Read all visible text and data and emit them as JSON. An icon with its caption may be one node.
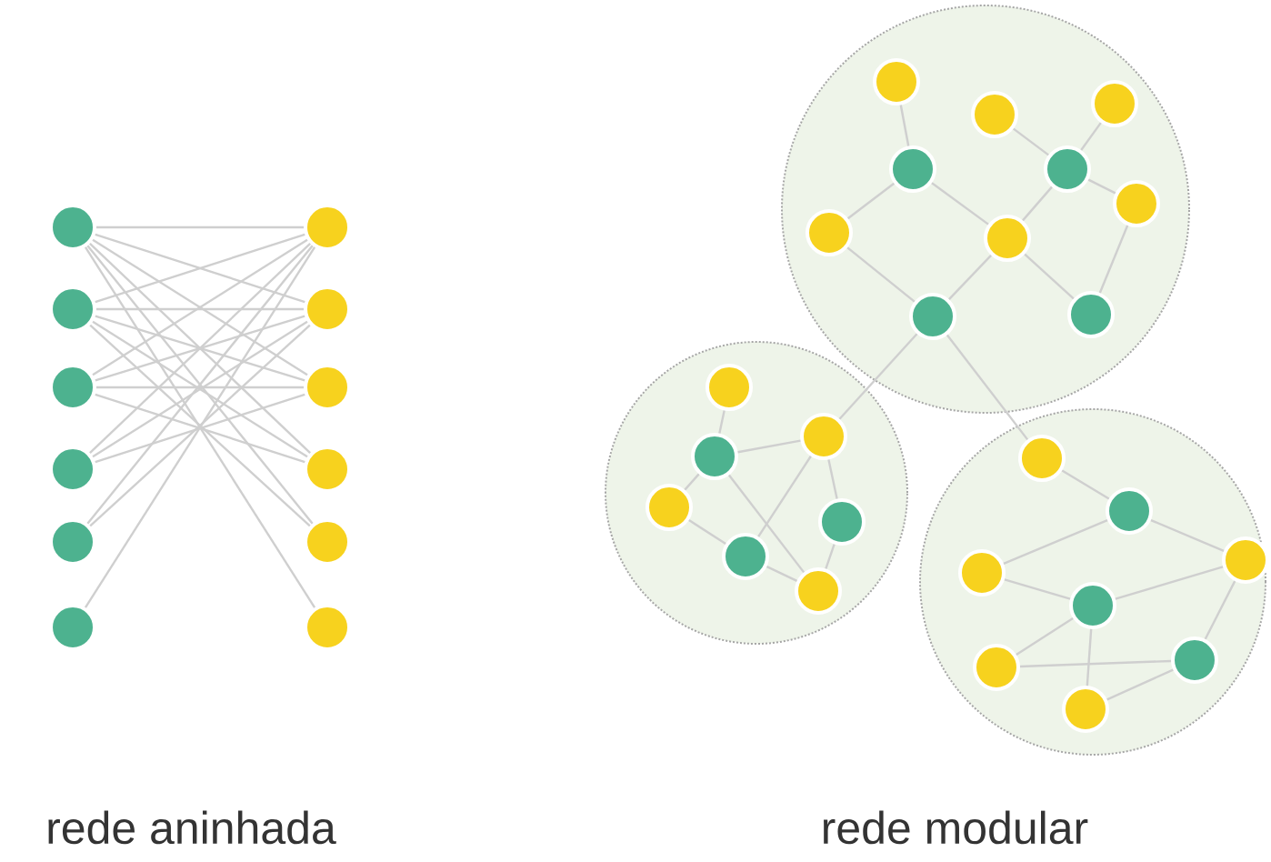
{
  "diagram": {
    "nodes": [
      {
        "text": [],
        "shape": "circle"
      },
      {
        "text": [],
        "shape": "circle"
      },
      {
        "text": [],
        "shape": "circle"
      },
      {
        "text": [],
        "shape": "circle"
      },
      {
        "text": [],
        "shape": "circle"
      },
      {
        "text": [],
        "shape": "circle"
      },
      {
        "text": [],
        "shape": "circle"
      },
      {
        "text": [],
        "shape": "circle"
      },
      {
        "text": [],
        "shape": "circle"
      },
      {
        "text": [],
        "shape": "circle"
      },
      {
        "text": [],
        "shape": "circle"
      },
      {
        "text": [],
        "shape": "circle"
      },
      {
        "text": [],
        "shape": "circle"
      },
      {
        "text": [],
        "shape": "circle",
        "in": 12
      },
      {
        "text": [],
        "shape": "circle",
        "in": 12
      },
      {
        "text": [],
        "shape": "circle",
        "in": 12
      },
      {
        "text": [],
        "shape": "circle",
        "in": 12
      },
      {
        "text": [],
        "shape": "circle",
        "in": 12
      },
      {
        "text": [],
        "shape": "circle",
        "in": 12
      },
      {
        "text": [],
        "shape": "circle",
        "in": 12
      },
      {
        "text": [],
        "shape": "circle",
        "in": 12
      },
      {
        "text": [],
        "shape": "circle",
        "in": 12
      },
      {
        "text": [],
        "shape": "circle",
        "in": 12
      },
      {
        "text": [],
        "shape": "circle"
      },
      {
        "text": [],
        "shape": "circle",
        "in": 23
      },
      {
        "text": [],
        "shape": "circle",
        "in": 23
      },
      {
        "text": [],
        "shape": "circle",
        "in": 23
      },
      {
        "text": [],
        "shape": "circle",
        "in": 23
      },
      {
        "text": [],
        "shape": "circle",
        "in": 23
      },
      {
        "text": [],
        "shape": "circle",
        "in": 23
      },
      {
        "text": [],
        "shape": "circle",
        "in": 23
      },
      {
        "text": [],
        "shape": "circle"
      },
      {
        "text": [],
        "shape": "circle",
        "in": 31
      },
      {
        "text": [],
        "shape": "circle",
        "in": 31
      },
      {
        "text": [],
        "shape": "circle",
        "in": 31
      },
      {
        "text": [],
        "shape": "circle",
        "in": 31
      },
      {
        "text": [],
        "shape": "circle",
        "in": 31
      },
      {
        "text": [],
        "shape": "circle",
        "in": 31
      },
      {
        "text": [],
        "shape": "circle",
        "in": 31
      },
      {
        "text": [],
        "shape": "circle",
        "in": 31
      }
    ],
    "edges": [
      {
        "from": 0,
        "to": 6,
        "arrow": "none"
      },
      {
        "from": 0,
        "to": 7,
        "arrow": "none"
      },
      {
        "from": 0,
        "to": 8,
        "arrow": "none"
      },
      {
        "from": 0,
        "to": 9,
        "arrow": "none"
      },
      {
        "from": 0,
        "to": 10,
        "arrow": "none"
      },
      {
        "from": 0,
        "to": 11,
        "arrow": "none"
      },
      {
        "from": 1,
        "to": 6,
        "arrow": "none"
      },
      {
        "from": 1,
        "to": 7,
        "arrow": "none"
      },
      {
        "from": 1,
        "to": 8,
        "arrow": "none"
      },
      {
        "from": 1,
        "to": 9,
        "arrow": "none"
      },
      {
        "from": 1,
        "to": 10,
        "arrow": "none"
      },
      {
        "from": 2,
        "to": 6,
        "arrow": "none"
      },
      {
        "from": 2,
        "to": 7,
        "arrow": "none"
      },
      {
        "from": 2,
        "to": 8,
        "arrow": "none"
      },
      {
        "from": 2,
        "to": 9,
        "arrow": "none"
      },
      {
        "from": 3,
        "to": 6,
        "arrow": "none"
      },
      {
        "from": 3,
        "to": 7,
        "arrow": "none"
      },
      {
        "from": 3,
        "to": 8,
        "arrow": "none"
      },
      {
        "from": 4,
        "to": 6,
        "arrow": "none"
      },
      {
        "from": 4,
        "to": 7,
        "arrow": "none"
      },
      {
        "from": 5,
        "to": 6,
        "arrow": "none"
      },
      {
        "from": 13,
        "to": 16,
        "arrow": "none"
      },
      {
        "from": 14,
        "to": 17,
        "arrow": "none"
      },
      {
        "from": 15,
        "to": 17,
        "arrow": "none"
      },
      {
        "from": 17,
        "to": 18,
        "arrow": "none"
      },
      {
        "from": 16,
        "to": 19,
        "arrow": "none"
      },
      {
        "from": 16,
        "to": 20,
        "arrow": "none"
      },
      {
        "from": 17,
        "to": 20,
        "arrow": "none"
      },
      {
        "from": 19,
        "to": 21,
        "arrow": "none"
      },
      {
        "from": 20,
        "to": 21,
        "arrow": "none"
      },
      {
        "from": 20,
        "to": 22,
        "arrow": "none"
      },
      {
        "from": 18,
        "to": 22,
        "arrow": "none"
      },
      {
        "from": 21,
        "to": 26,
        "arrow": "none"
      },
      {
        "from": 21,
        "to": 32,
        "arrow": "none"
      },
      {
        "from": 24,
        "to": 25,
        "arrow": "none"
      },
      {
        "from": 25,
        "to": 26,
        "arrow": "none"
      },
      {
        "from": 25,
        "to": 27,
        "arrow": "none"
      },
      {
        "from": 25,
        "to": 30,
        "arrow": "none"
      },
      {
        "from": 26,
        "to": 29,
        "arrow": "none"
      },
      {
        "from": 26,
        "to": 28,
        "arrow": "none"
      },
      {
        "from": 27,
        "to": 29,
        "arrow": "none"
      },
      {
        "from": 29,
        "to": 30,
        "arrow": "none"
      },
      {
        "from": 28,
        "to": 30,
        "arrow": "none"
      },
      {
        "from": 32,
        "to": 33,
        "arrow": "none"
      },
      {
        "from": 33,
        "to": 34,
        "arrow": "none"
      },
      {
        "from": 33,
        "to": 35,
        "arrow": "none"
      },
      {
        "from": 34,
        "to": 36,
        "arrow": "none"
      },
      {
        "from": 36,
        "to": 35,
        "arrow": "none"
      },
      {
        "from": 36,
        "to": 38,
        "arrow": "none"
      },
      {
        "from": 36,
        "to": 39,
        "arrow": "none"
      },
      {
        "from": 38,
        "to": 37,
        "arrow": "none"
      },
      {
        "from": 35,
        "to": 37,
        "arrow": "none"
      },
      {
        "from": 37,
        "to": 39,
        "arrow": "none"
      }
    ],
    "labels": [
      "rede aninhada",
      "rede modular"
    ]
  }
}
